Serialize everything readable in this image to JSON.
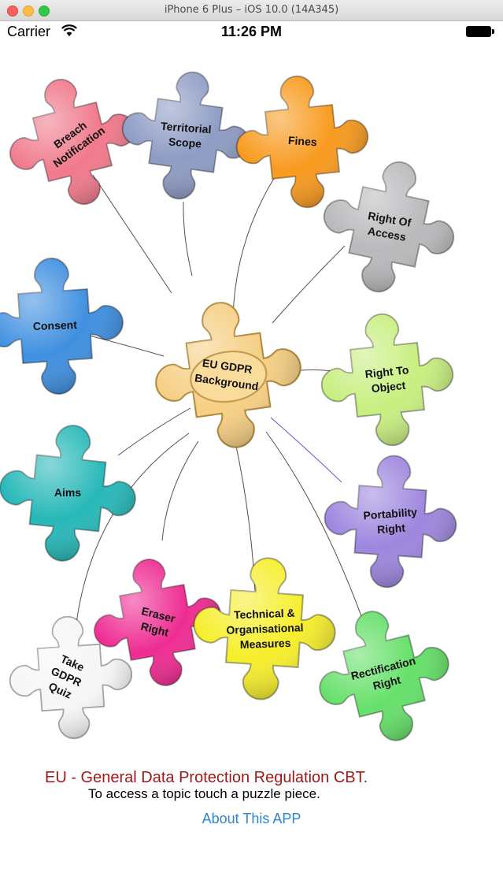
{
  "window": {
    "title": "iPhone 6 Plus – iOS 10.0 (14A345)"
  },
  "status_bar": {
    "carrier": "Carrier",
    "time": "11:26 PM"
  },
  "center_piece": {
    "line1": "EU GDPR",
    "line2": "Background",
    "color": "#f6cf84"
  },
  "pieces": [
    {
      "id": "breach-notification",
      "lines": [
        "Breach",
        "Notification"
      ],
      "color": "#f07a8c"
    },
    {
      "id": "territorial-scope",
      "lines": [
        "Territorial",
        "Scope"
      ],
      "color": "#8e9cc4"
    },
    {
      "id": "fines",
      "lines": [
        "Fines"
      ],
      "color": "#f89a1e"
    },
    {
      "id": "right-of-access",
      "lines": [
        "Right Of",
        "Access"
      ],
      "color": "#b9b9bc"
    },
    {
      "id": "consent",
      "lines": [
        "Consent"
      ],
      "color": "#3f8fe0"
    },
    {
      "id": "right-to-object",
      "lines": [
        "Right To",
        "Object"
      ],
      "color": "#c8ef80"
    },
    {
      "id": "aims",
      "lines": [
        "Aims"
      ],
      "color": "#27b8b8"
    },
    {
      "id": "portability-right",
      "lines": [
        "Portability",
        "Right"
      ],
      "color": "#9d86de"
    },
    {
      "id": "eraser-right",
      "lines": [
        "Eraser",
        "Right"
      ],
      "color": "#ee2c92"
    },
    {
      "id": "technical-organisational-measures",
      "lines": [
        "Technical &",
        "Organisational",
        "Measures"
      ],
      "color": "#f6ee2c"
    },
    {
      "id": "rectification-right",
      "lines": [
        "Rectification",
        "Right"
      ],
      "color": "#66e06a"
    },
    {
      "id": "take-gdpr-quiz",
      "lines": [
        "Take",
        "GDPR",
        "Quiz"
      ],
      "color": "#f6f6f6"
    }
  ],
  "footer": {
    "title": "EU - General Data Protection Regulation CBT.",
    "subtitle": "To access a topic touch a puzzle piece.",
    "about_link": "About This APP"
  }
}
